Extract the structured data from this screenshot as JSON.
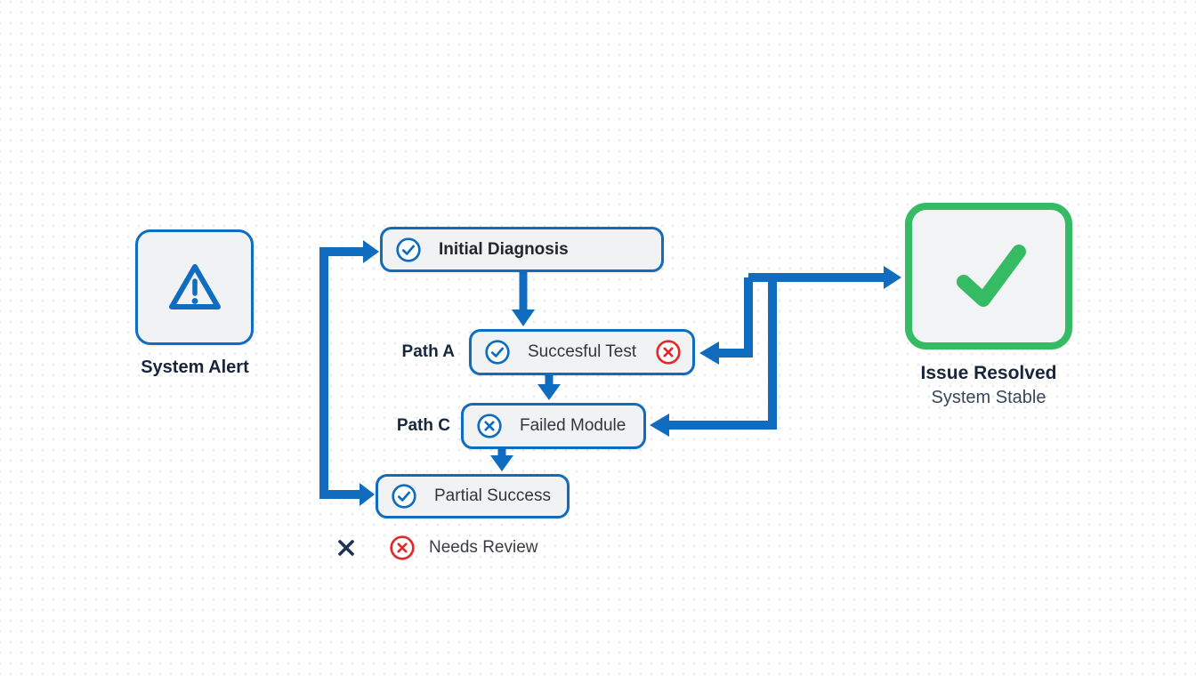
{
  "colors": {
    "blue": "#0f6cbf",
    "green": "#35bb63",
    "red": "#e12b2b",
    "dark": "#18263c",
    "text": "#32353c",
    "node_fill": "#f1f2f4",
    "dot": "#ebebeb"
  },
  "alert_node": {
    "label": "System Alert",
    "icon": "warning-triangle-icon"
  },
  "nodes": {
    "initial": {
      "label": "Initial Diagnosis",
      "left_icon": "check-circle-icon"
    },
    "successful": {
      "path_label": "Path A",
      "label": "Succesful Test",
      "left_icon": "check-circle-icon",
      "right_icon": "x-circle-icon"
    },
    "failed": {
      "path_label": "Path C",
      "label": "Failed Module",
      "left_icon": "x-circle-icon"
    },
    "partial": {
      "label": "Partial Success",
      "left_icon": "check-circle-icon"
    }
  },
  "legend": {
    "marker": "✕",
    "icon": "x-circle-icon",
    "label": "Needs Review"
  },
  "resolved_node": {
    "title": "Issue Resolved",
    "subtitle": "System Stable",
    "icon": "check-icon"
  }
}
